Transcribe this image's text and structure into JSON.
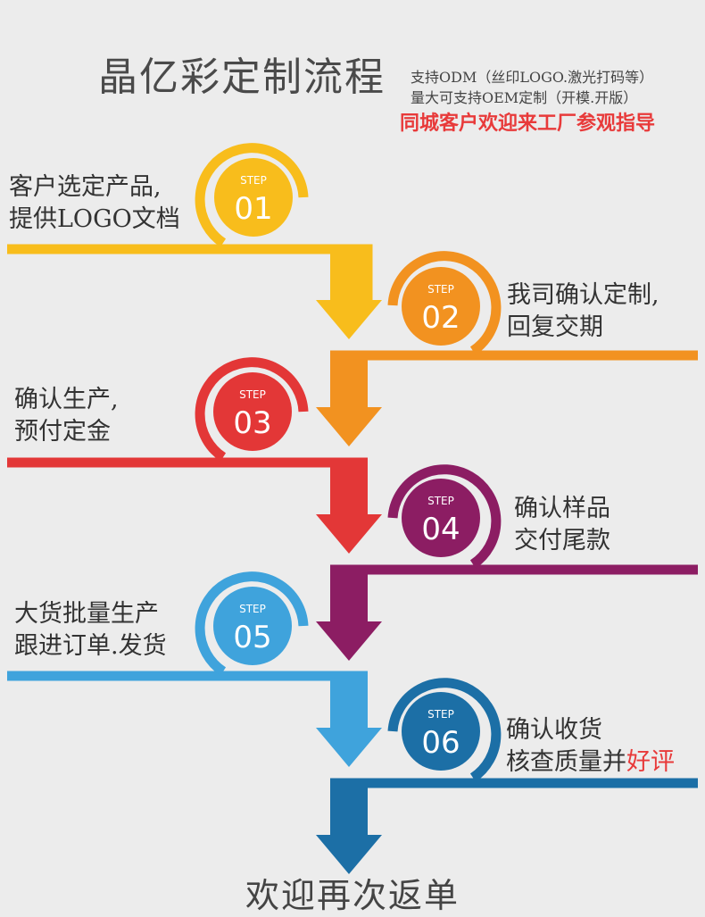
{
  "header": {
    "title": "晶亿彩定制流程",
    "sub1": "支持ODM（丝印LOGO.激光打码等）",
    "sub2": "量大可支持OEM定制（开模.开版）",
    "note": "同城客户欢迎来工厂参观指导"
  },
  "steps": [
    {
      "tag": "STEP",
      "num": "01",
      "color": "#f8bd1c",
      "line1": "客户选定产品,",
      "line2": "提供LOGO文档"
    },
    {
      "tag": "STEP",
      "num": "02",
      "color": "#f29220",
      "line1": "我司确认定制,",
      "line2": "回复交期"
    },
    {
      "tag": "STEP",
      "num": "03",
      "color": "#e33737",
      "line1": "确认生产,",
      "line2": "预付定金"
    },
    {
      "tag": "STEP",
      "num": "04",
      "color": "#8c1d63",
      "line1": "确认样品",
      "line2": "交付尾款"
    },
    {
      "tag": "STEP",
      "num": "05",
      "color": "#3fa3dc",
      "line1": "大货批量生产",
      "line2": "跟进订单.发货"
    },
    {
      "tag": "STEP",
      "num": "06",
      "color": "#1c6fa6",
      "line1": "确认收货",
      "line2a": "核查质量并",
      "line2b": "好评"
    }
  ],
  "footer": "欢迎再次返单"
}
